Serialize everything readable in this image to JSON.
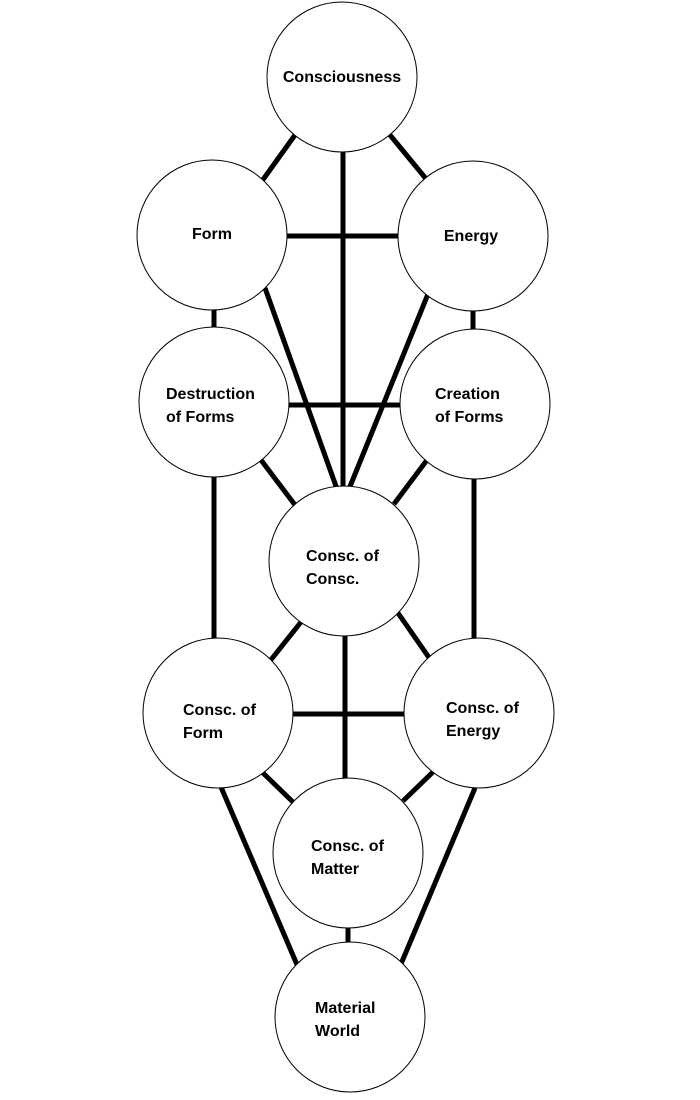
{
  "nodes": {
    "consciousness": {
      "lines": [
        "Consciousness"
      ]
    },
    "form": {
      "lines": [
        "Form"
      ]
    },
    "energy": {
      "lines": [
        "Energy"
      ]
    },
    "destruction_of_forms": {
      "lines": [
        "Destruction",
        "of Forms"
      ]
    },
    "creation_of_forms": {
      "lines": [
        "Creation",
        "of Forms"
      ]
    },
    "consc_of_consc": {
      "lines": [
        "Consc. of",
        "Consc."
      ]
    },
    "consc_of_form": {
      "lines": [
        "Consc. of",
        "Form"
      ]
    },
    "consc_of_energy": {
      "lines": [
        "Consc. of",
        "Energy"
      ]
    },
    "consc_of_matter": {
      "lines": [
        "Consc. of",
        "Matter"
      ]
    },
    "material_world": {
      "lines": [
        "Material",
        "World"
      ]
    }
  }
}
